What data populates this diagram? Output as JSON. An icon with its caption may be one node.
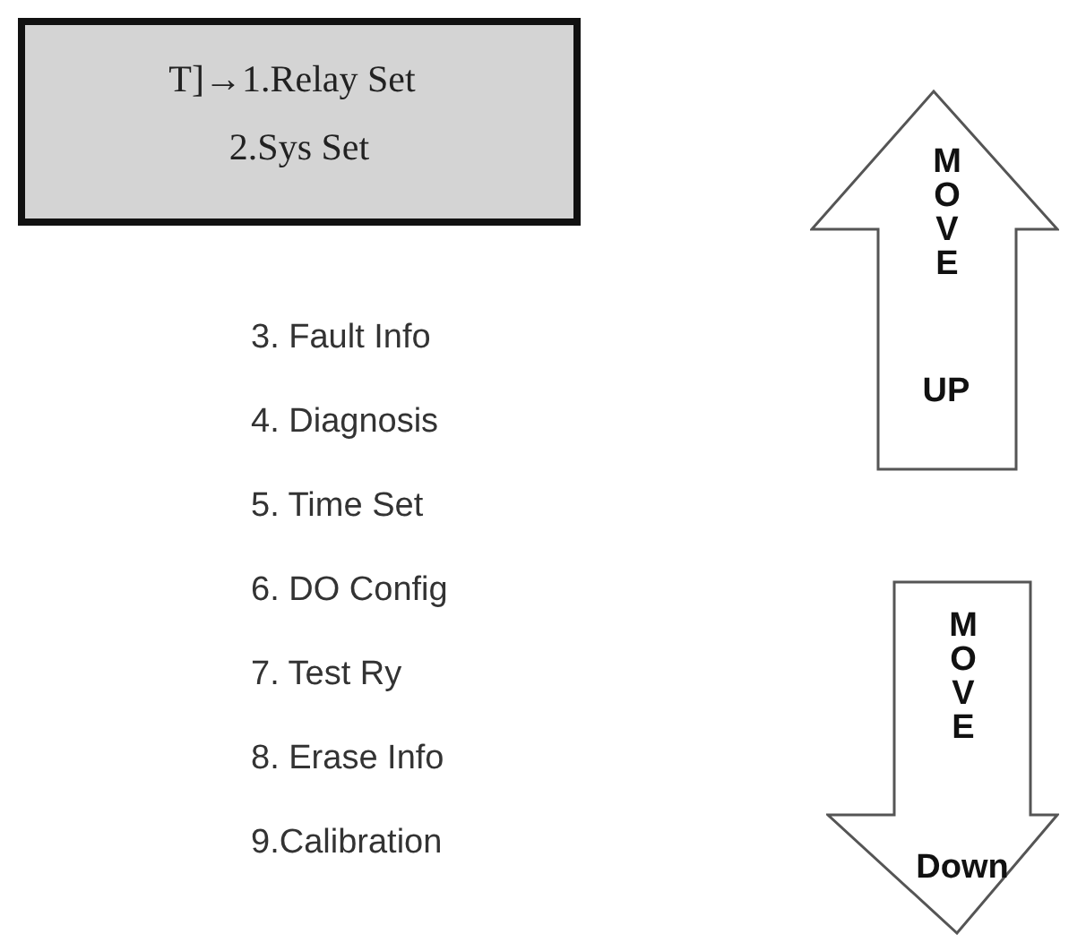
{
  "diagram": {
    "nodes": [
      {
        "text": [
          "T]→1.Relay Set",
          "2.Sys Set"
        ]
      },
      {
        "text": [
          "MOVE",
          "UP"
        ]
      },
      {
        "text": [
          "MOVE",
          "Down"
        ]
      }
    ],
    "labels": [
      "3. Fault Info",
      "4. Diagnosis",
      "5. Time Set",
      "6. DO Config",
      "7. Test Ry",
      "8. Erase Info",
      "9.Calibration"
    ]
  }
}
